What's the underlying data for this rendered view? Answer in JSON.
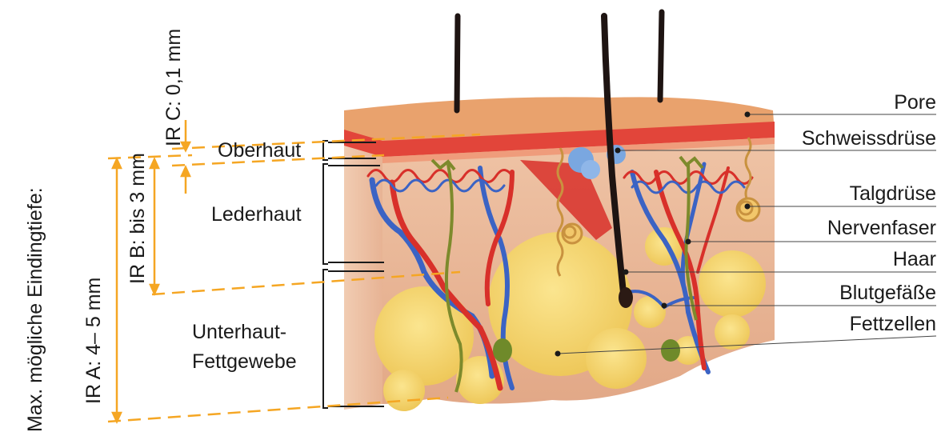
{
  "depth": {
    "main_label": "Max. mögliche Eindingtiefe:",
    "ir_c": "IR C: 0,1 mm",
    "ir_b": "IR B: bis 3 mm",
    "ir_a": "IR A: 4– 5 mm"
  },
  "layers": {
    "oberhaut": "Oberhaut",
    "lederhaut": "Lederhaut",
    "unterhaut_line1": "Unterhaut-",
    "unterhaut_line2": "Fettgewebe"
  },
  "structures": {
    "pore": "Pore",
    "schweissdruese": "Schweissdrüse",
    "talgdruese": "Talgdrüse",
    "nervenfaser": "Nervenfaser",
    "haar": "Haar",
    "blutgefaesse": "Blutgefäße",
    "fettzellen": "Fettzellen"
  },
  "colors": {
    "arrow_orange": "#f5a623",
    "epidermis": "#e8a070",
    "dermis": "#e9b99a",
    "fat": "#f3d36b",
    "artery": "#d8302a",
    "vein": "#3b63c4",
    "nerve": "#7d8a2c",
    "hair": "#1e1412"
  }
}
